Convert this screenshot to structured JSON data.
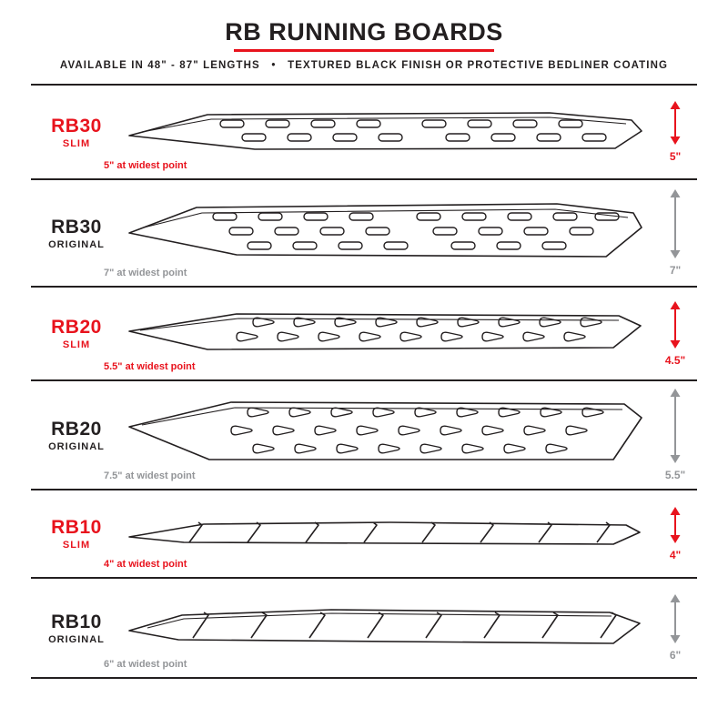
{
  "header": {
    "title": "RB RUNNING BOARDS",
    "subtitle": "AVAILABLE IN 48\" - 87\" LENGTHS • TEXTURED BLACK FINISH OR PROTECTIVE BEDLINER COATING"
  },
  "colors": {
    "accent_red": "#e8131d",
    "ink": "#231f20",
    "dim_gray": "#939598"
  },
  "boards": [
    {
      "model": "RB30",
      "variant": "SLIM",
      "width_note": "5\" at widest point",
      "height": "5\"",
      "finish": "slim",
      "hole_style": "oval-slots"
    },
    {
      "model": "RB30",
      "variant": "ORIGINAL",
      "width_note": "7\" at widest point",
      "height": "7\"",
      "finish": "original",
      "hole_style": "oval-slots"
    },
    {
      "model": "RB20",
      "variant": "SLIM",
      "width_note": "5.5\" at widest point",
      "height": "4.5\"",
      "finish": "slim",
      "hole_style": "teardrop"
    },
    {
      "model": "RB20",
      "variant": "ORIGINAL",
      "width_note": "7.5\" at widest point",
      "height": "5.5\"",
      "finish": "original",
      "hole_style": "teardrop"
    },
    {
      "model": "RB10",
      "variant": "SLIM",
      "width_note": "4\" at widest point",
      "height": "4\"",
      "finish": "slim",
      "hole_style": "tread-slash"
    },
    {
      "model": "RB10",
      "variant": "ORIGINAL",
      "width_note": "6\" at widest point",
      "height": "6\"",
      "finish": "original",
      "hole_style": "tread-slash"
    }
  ]
}
